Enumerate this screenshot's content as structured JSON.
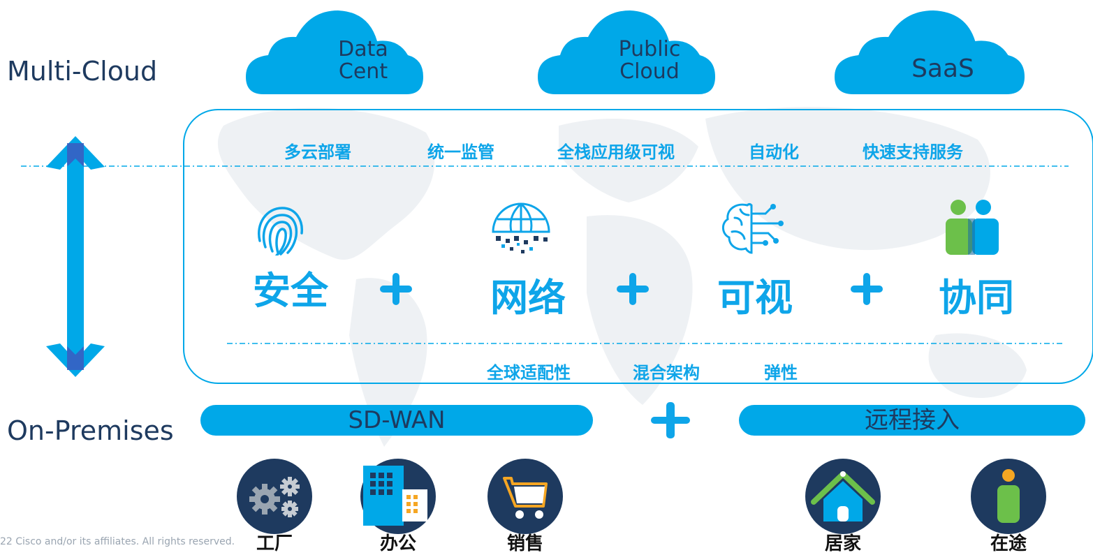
{
  "side_labels": {
    "top": "Multi-Cloud",
    "bottom": "On-Premises"
  },
  "clouds": [
    {
      "line1": "Data",
      "line2": "Cent"
    },
    {
      "line1": "Public",
      "line2": "Cloud"
    },
    {
      "line1": "SaaS",
      "line2": ""
    }
  ],
  "top_features": [
    "多云部署",
    "统一监管",
    "全栈应用级可视",
    "自动化",
    "快速支持服务"
  ],
  "pillars": [
    {
      "label": "安全",
      "icon": "fingerprint-icon"
    },
    {
      "label": "网络",
      "icon": "globe-network-icon"
    },
    {
      "label": "可视",
      "icon": "brain-circuit-icon"
    },
    {
      "label": "协同",
      "icon": "collaboration-people-icon"
    }
  ],
  "bottom_features": [
    "全球适配性",
    "混合架构",
    "弹性"
  ],
  "bars": {
    "left": "SD-WAN",
    "right": "远程接入"
  },
  "locations": [
    {
      "label": "工厂",
      "icon": "gears-icon"
    },
    {
      "label": "办公",
      "icon": "office-building-icon"
    },
    {
      "label": "销售",
      "icon": "shopping-cart-icon"
    },
    {
      "label": "居家",
      "icon": "home-icon"
    },
    {
      "label": "在途",
      "icon": "person-icon"
    }
  ],
  "copyright": "22  Cisco and/or its affiliates. All rights reserved.",
  "colors": {
    "accent": "#0ea5e9",
    "bar": "#00a8e8",
    "navy": "#1e3a5f",
    "green": "#6cc04a"
  }
}
